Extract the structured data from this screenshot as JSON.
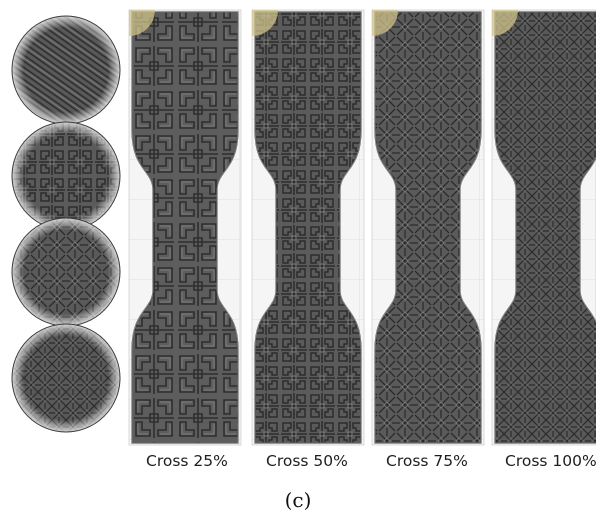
{
  "figure": {
    "panel_label": "(c)",
    "specimens": [
      {
        "caption": "Cross 25%",
        "infill_percent": 25
      },
      {
        "caption": "Cross 50%",
        "infill_percent": 50
      },
      {
        "caption": "Cross 75%",
        "infill_percent": 75
      },
      {
        "caption": "Cross 100%",
        "infill_percent": 100
      }
    ],
    "colors": {
      "specimen_fill": "#5d5d5d",
      "pattern_line": "#2c2c2c",
      "pattern_highlight": "#8a8a8a",
      "grid_background": "#f4f4f4",
      "grid_line": "#d9d9d9",
      "corner_marker": "#cfc38a"
    }
  }
}
